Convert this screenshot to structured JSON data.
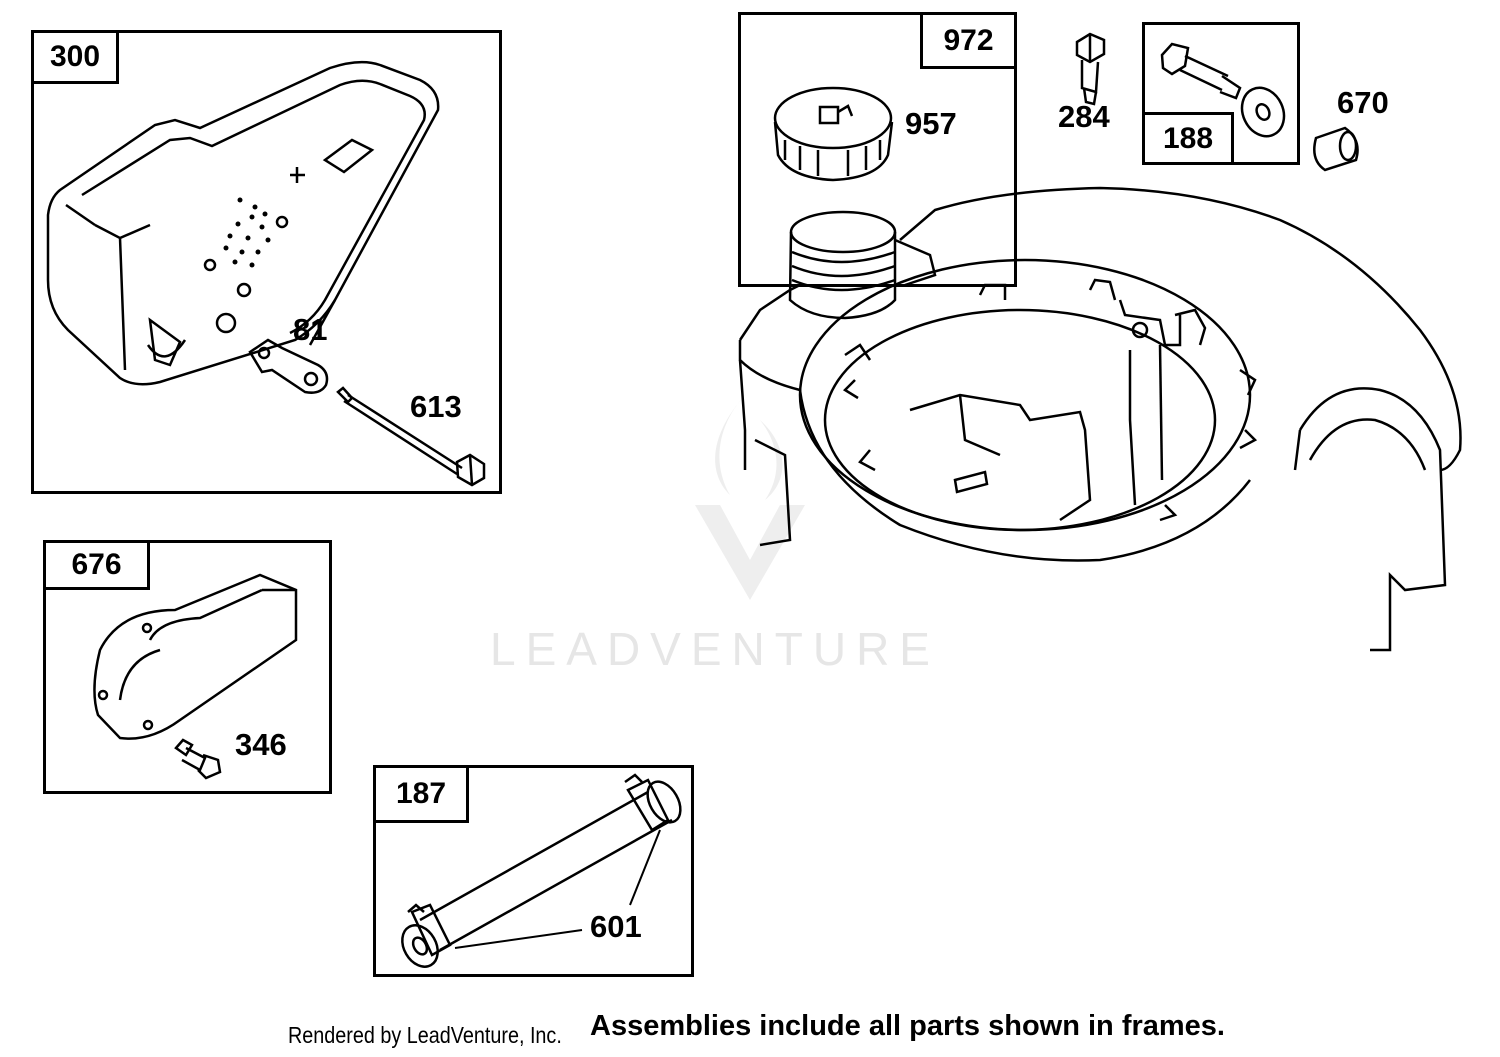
{
  "frames": {
    "f300": "300",
    "f972": "972",
    "f188": "188",
    "f676": "676",
    "f187": "187"
  },
  "callouts": {
    "c81": "81",
    "c613": "613",
    "c957": "957",
    "c284": "284",
    "c670": "670",
    "c346": "346",
    "c601": "601"
  },
  "watermark": {
    "brand": "LEADVENTURE"
  },
  "footer": {
    "credit": "Rendered by LeadVenture, Inc.",
    "note": "Assemblies include all parts shown in frames."
  },
  "icons": [
    "muffler",
    "lockwasher",
    "bolt",
    "fuel-cap",
    "screw",
    "shoulder-bolt",
    "washer",
    "bushing",
    "blower-housing",
    "deflector",
    "fuel-line",
    "hose-clamp",
    "leadventure-logo"
  ]
}
